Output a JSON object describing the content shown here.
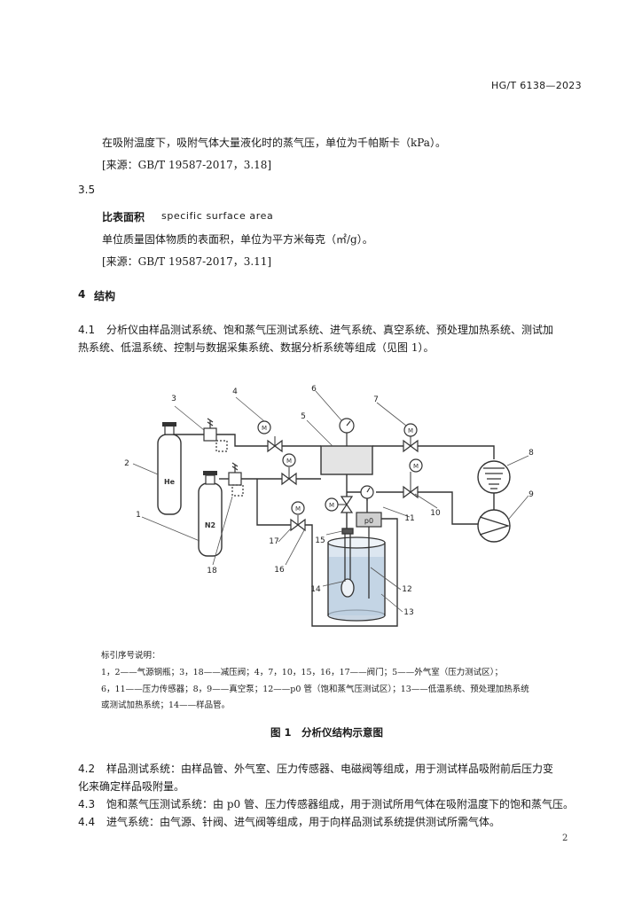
{
  "header": {
    "standard_no": "HG/T 6138—2023"
  },
  "def_cont": {
    "text": "在吸附温度下，吸附气体大量液化时的蒸气压，单位为千帕斯卡（kPa）。",
    "source": "[来源：GB/T 19587-2017，3.18]"
  },
  "sec35": {
    "num": "3.5",
    "term_cn": "比表面积",
    "term_en": "specific surface area",
    "def": "单位质量固体物质的表面积，单位为平方米每克（㎡/g）。",
    "source": "[来源：GB/T 19587-2017，3.11]"
  },
  "sec4": {
    "num": "4",
    "title": "结构",
    "p41_num": "4.1",
    "p41_line1": "分析仪由样品测试系统、饱和蒸气压测试系统、进气系统、真空系统、预处理加热系统、测试加",
    "p41_line2": "热系统、低温系统、控制与数据采集系统、数据分析系统等组成（见图 1）。"
  },
  "figure": {
    "labels": [
      "1",
      "2",
      "3",
      "4",
      "5",
      "6",
      "7",
      "8",
      "9",
      "10",
      "11",
      "12",
      "13",
      "14",
      "15",
      "16",
      "17",
      "18"
    ],
    "cyl_he": "He",
    "cyl_n2": "N2",
    "p0": "p0",
    "m": "M",
    "legend_title": "标引序号说明：",
    "legend_line1": "1，2——气源钢瓶；3，18——减压阀；4，7，10，15，16，17——阀门；5——外气室（压力测试区）；",
    "legend_line2": "6，11——压力传感器；8，9——真空泵；12——p0 管（饱和蒸气压测试区）；13——低温系统、预处理加热系统",
    "legend_line3": "或测试加热系统；14——样品管。",
    "caption_num": "图 1",
    "caption": "分析仪结构示意图"
  },
  "sec4_paras": [
    {
      "num": "4.2",
      "line1": "样品测试系统：由样品管、外气室、压力传感器、电磁阀等组成，用于测试样品吸附前后压力变",
      "line2": "化来确定样品吸附量。"
    },
    {
      "num": "4.3",
      "line1": "饱和蒸气压测试系统：由 p0 管、压力传感器组成，用于测试所用气体在吸附温度下的饱和蒸气压。"
    },
    {
      "num": "4.4",
      "line1": "进气系统：由气源、针阀、进气阀等组成，用于向样品测试系统提供测试所需气体。"
    }
  ],
  "page_number": "2"
}
